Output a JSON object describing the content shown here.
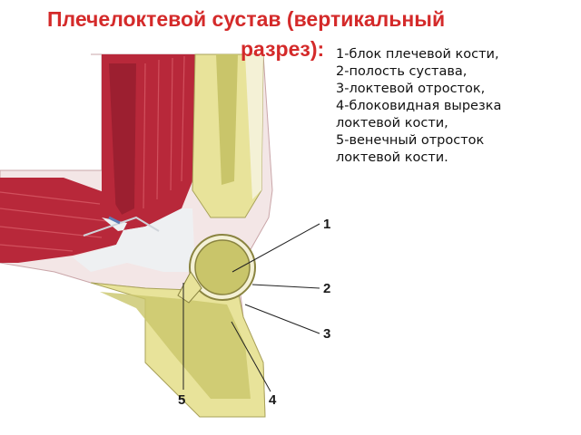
{
  "slide": {
    "title_line1": "Плечелоктевой сустав (вертикальный",
    "title_line2": "разрез):",
    "legend": [
      "1-блок плечевой кости,",
      "2-полость сустава,",
      "3-локтевой отросток,",
      "4-блоковидная вырезка",
      "локтевой кости,",
      "5-венечный отросток",
      "локтевой кости."
    ],
    "callouts": [
      "1",
      "2",
      "3",
      "4",
      "5"
    ]
  },
  "colors": {
    "title": "#d42a2a",
    "muscle": "#b8283a",
    "bone": "#e8e39a",
    "marrow": "#c9c56a",
    "cartilage": "#f4f1d6",
    "tendon": "#eef0f2"
  }
}
